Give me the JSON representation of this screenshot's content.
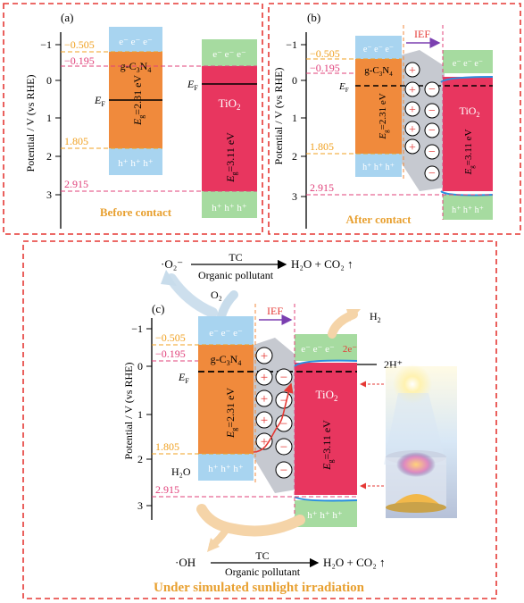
{
  "colors": {
    "frame": "#e53935",
    "cb_band": "#a8d4f0",
    "vb_band": "#a8d4f0",
    "tio2_band": "#a6dba0",
    "g_c3n4": "#f08a3c",
    "tio2": "#e8365f",
    "orange_text": "#f0a020",
    "pink_text": "#e0407a",
    "ief": "#7b3fb0",
    "title_gold": "#e8a030",
    "gray_shade": "#b8bcc4"
  },
  "axis": {
    "ylabel": "Potential / V (vs RHE)",
    "ticks": [
      "−1",
      "0",
      "1",
      "2",
      "3"
    ]
  },
  "levels": {
    "cb_g": "−0.505",
    "cb_t": "−0.195",
    "vb_g": "1.805",
    "vb_t": "2.915"
  },
  "materials": {
    "g_c3n4": {
      "name": "g-C",
      "sub3": "3",
      "n": "N",
      "sub4": "4",
      "eg": "=2.31 eV"
    },
    "tio2": {
      "name": "TiO",
      "sub2": "2",
      "eg": "=3.11 eV"
    },
    "ef": "E",
    "ef_sub": "F",
    "eg_e": "E",
    "eg_sub": "g"
  },
  "carriers": {
    "electron": "e⁻",
    "hole": "h⁺",
    "two_e": "2e⁻"
  },
  "panels": {
    "a": {
      "label": "(a)",
      "title": "Before contact"
    },
    "b": {
      "label": "(b)",
      "title": "After contact",
      "ief": "IEF"
    },
    "c": {
      "label": "(c)",
      "title": "Under simulated sunlight irradiation",
      "ief": "IEF"
    }
  },
  "reactions": {
    "o2_radical": "·O₂⁻",
    "tc": "TC",
    "organic": "Organic pollutant",
    "products": "H₂O + CO₂ ↑",
    "o2": "O₂",
    "h2": "H₂",
    "two_h": "2H⁺",
    "h2o": "H₂O",
    "oh_radical": "·OH"
  },
  "charges": {
    "plus": "+",
    "minus": "−"
  }
}
